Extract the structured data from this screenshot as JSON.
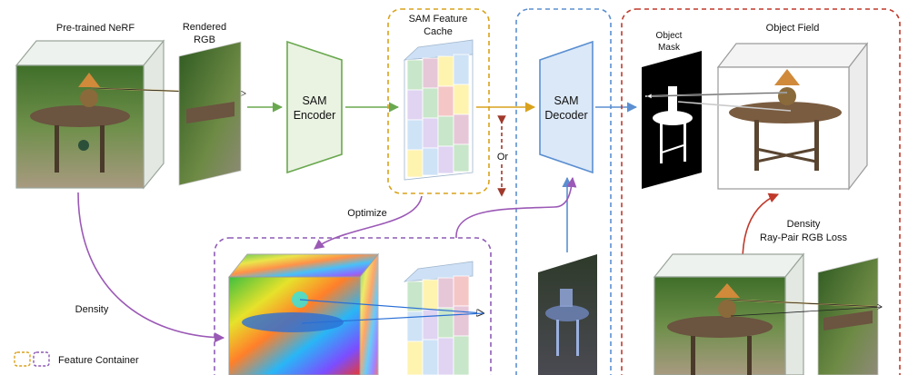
{
  "labels": {
    "pretrained_nerf": "Pre-trained NeRF",
    "rendered_rgb_line1": "Rendered",
    "rendered_rgb_line2": "RGB",
    "sam_encoder_line1": "SAM",
    "sam_encoder_line2": "Encoder",
    "feature_cache_line1": "SAM Feature",
    "feature_cache_line2": "Cache",
    "or": "Or",
    "sam_decoder_line1": "SAM",
    "sam_decoder_line2": "Decoder",
    "object_mask_line1": "Object",
    "object_mask_line2": "Mask",
    "object_field": "Object Field",
    "optimize": "Optimize",
    "density_left": "Density",
    "density_right": "Density",
    "ray_pair_loss": "Ray-Pair RGB Loss",
    "legend_feature_container": "Feature Container"
  },
  "colors": {
    "encoder": "#6aa84f",
    "encoder_fill": "#eaf3e2",
    "decoder": "#5b8fd1",
    "decoder_fill": "#dbe8f7",
    "cache_border": "#d9a21b",
    "decoder_border": "#5b8fd1",
    "object_field_border": "#c0392b",
    "feature_container_border": "#8e5bb5",
    "purple_arrow": "#9b59b6",
    "red_arrow": "#c0392b",
    "blue_arrow": "#5b8fd1",
    "green_arrow": "#6aa84f",
    "or_arrow": "#a0392b",
    "grid_colors": [
      "#e6c7d8",
      "#c8e6c9",
      "#fff3b0",
      "#cfe3f7",
      "#e0d4f2",
      "#f5c6c6"
    ]
  }
}
